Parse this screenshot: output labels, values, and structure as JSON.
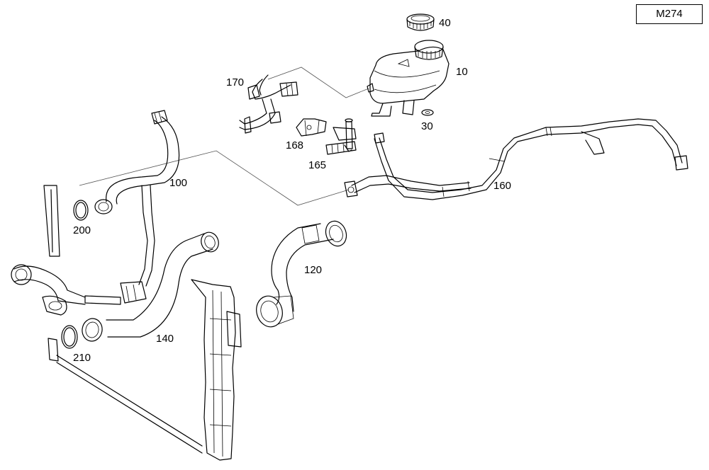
{
  "engine_code": "M274",
  "callouts": [
    {
      "id": "p40",
      "label": "40",
      "part": "reservoir-cap"
    },
    {
      "id": "p10",
      "label": "10",
      "part": "expansion-tank"
    },
    {
      "id": "p30",
      "label": "30",
      "part": "washer"
    },
    {
      "id": "p170",
      "label": "170",
      "part": "vent-hose"
    },
    {
      "id": "p168",
      "label": "168",
      "part": "bracket"
    },
    {
      "id": "p165",
      "label": "165",
      "part": "connector"
    },
    {
      "id": "p100",
      "label": "100",
      "part": "coolant-hose"
    },
    {
      "id": "p160",
      "label": "160",
      "part": "coolant-line"
    },
    {
      "id": "p200",
      "label": "200",
      "part": "o-ring"
    },
    {
      "id": "p120",
      "label": "120",
      "part": "radiator-hose-upper"
    },
    {
      "id": "p140",
      "label": "140",
      "part": "radiator-hose-lower"
    },
    {
      "id": "p210",
      "label": "210",
      "part": "o-ring"
    }
  ]
}
